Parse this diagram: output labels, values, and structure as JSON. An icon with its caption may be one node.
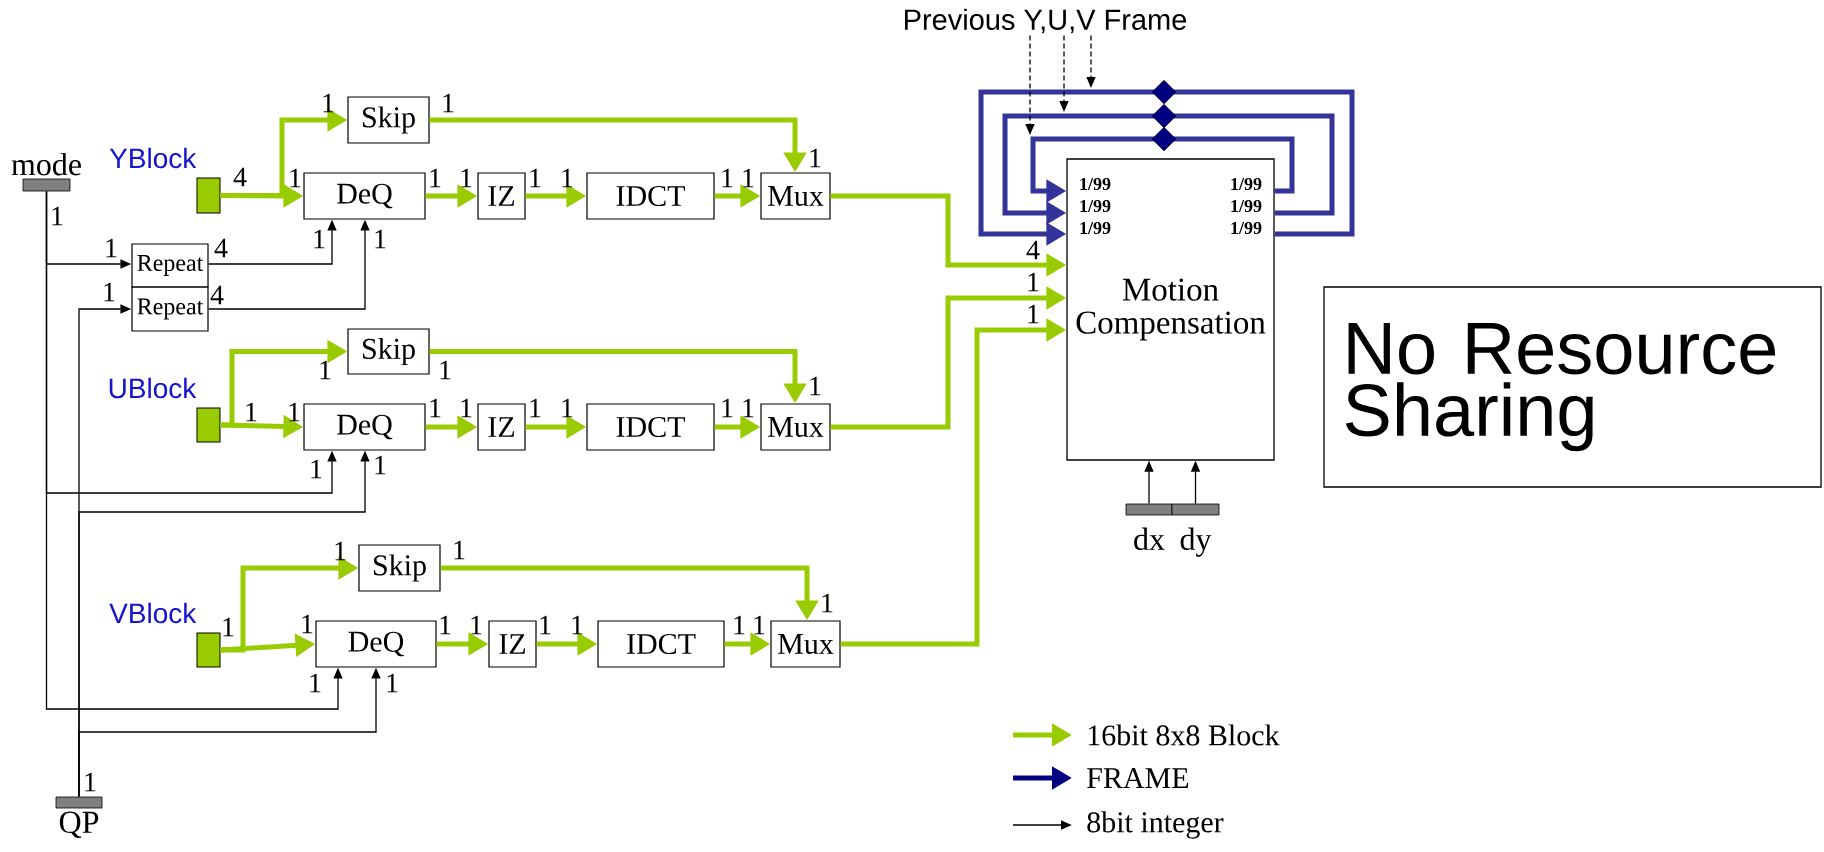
{
  "diagram": {
    "nodes": [
      {
        "text": [
          "mode"
        ]
      },
      {
        "text": [
          "YBlock"
        ]
      },
      {
        "text": [
          "Skip"
        ]
      },
      {
        "text": [
          "DeQ"
        ]
      },
      {
        "text": [
          "IZ"
        ]
      },
      {
        "text": [
          "IDCT"
        ]
      },
      {
        "text": [
          "Mux"
        ]
      },
      {
        "text": [
          "Repeat"
        ]
      },
      {
        "text": [
          "Repeat"
        ]
      },
      {
        "text": [
          "UBlock"
        ]
      },
      {
        "text": [
          "Skip"
        ]
      },
      {
        "text": [
          "DeQ"
        ]
      },
      {
        "text": [
          "IZ"
        ]
      },
      {
        "text": [
          "IDCT"
        ]
      },
      {
        "text": [
          "Mux"
        ]
      },
      {
        "text": [
          "VBlock"
        ]
      },
      {
        "text": [
          "Skip"
        ]
      },
      {
        "text": [
          "DeQ"
        ]
      },
      {
        "text": [
          "IZ"
        ]
      },
      {
        "text": [
          "IDCT"
        ]
      },
      {
        "text": [
          "Mux"
        ]
      },
      {
        "text": [
          "QP"
        ]
      },
      {
        "text": [
          "Previous Y,U,V Frame"
        ]
      },
      {
        "text": [
          "Motion Compensation"
        ]
      },
      {
        "text": [
          "dx"
        ]
      },
      {
        "text": [
          "dy"
        ]
      },
      {
        "text": [
          "No Resource Sharing"
        ]
      }
    ],
    "edges": [
      {
        "from": 1,
        "to": 3,
        "arrow": "to"
      },
      {
        "from": 1,
        "to": 2,
        "arrow": "to"
      },
      {
        "from": 3,
        "to": 4,
        "arrow": "to"
      },
      {
        "from": 4,
        "to": 5,
        "arrow": "to"
      },
      {
        "from": 5,
        "to": 6,
        "arrow": "to"
      },
      {
        "from": 2,
        "to": 6,
        "arrow": "to"
      },
      {
        "from": 6,
        "to": 23,
        "arrow": "to"
      },
      {
        "from": 9,
        "to": 11,
        "arrow": "to"
      },
      {
        "from": 9,
        "to": 10,
        "arrow": "to"
      },
      {
        "from": 11,
        "to": 12,
        "arrow": "to"
      },
      {
        "from": 12,
        "to": 13,
        "arrow": "to"
      },
      {
        "from": 13,
        "to": 14,
        "arrow": "to"
      },
      {
        "from": 10,
        "to": 14,
        "arrow": "to"
      },
      {
        "from": 14,
        "to": 23,
        "arrow": "to"
      },
      {
        "from": 15,
        "to": 17,
        "arrow": "to"
      },
      {
        "from": 15,
        "to": 16,
        "arrow": "to"
      },
      {
        "from": 17,
        "to": 18,
        "arrow": "to"
      },
      {
        "from": 18,
        "to": 19,
        "arrow": "to"
      },
      {
        "from": 19,
        "to": 20,
        "arrow": "to"
      },
      {
        "from": 16,
        "to": 20,
        "arrow": "to"
      },
      {
        "from": 20,
        "to": 23,
        "arrow": "to"
      },
      {
        "from": 0,
        "to": 7,
        "arrow": "to",
        "color": "#000000"
      },
      {
        "from": 21,
        "to": 8,
        "arrow": "to",
        "color": "#000000"
      },
      {
        "from": 7,
        "to": 3,
        "arrow": "to",
        "color": "#000000"
      },
      {
        "from": 8,
        "to": 3,
        "arrow": "to",
        "color": "#000000"
      },
      {
        "from": 0,
        "to": 11,
        "arrow": "to",
        "color": "#000000"
      },
      {
        "from": 21,
        "to": 11,
        "arrow": "to",
        "color": "#000000"
      },
      {
        "from": 0,
        "to": 17,
        "arrow": "to",
        "color": "#000000"
      },
      {
        "from": 21,
        "to": 17,
        "arrow": "to",
        "color": "#000000"
      },
      {
        "from": 24,
        "to": 23,
        "arrow": "to",
        "color": "#000000"
      },
      {
        "from": 25,
        "to": 23,
        "arrow": "to",
        "color": "#000000"
      },
      {
        "from": 23,
        "to": 23,
        "arrow": "to",
        "color": "#333399"
      },
      {
        "from": 23,
        "to": 23,
        "arrow": "to",
        "color": "#333399"
      },
      {
        "from": 23,
        "to": 23,
        "arrow": "to",
        "color": "#333399"
      },
      {
        "from": 22,
        "to": null,
        "arrow": "to",
        "style": "dashed",
        "color": "#000000"
      },
      {
        "from": 22,
        "to": null,
        "arrow": "to",
        "style": "dashed",
        "color": "#000000"
      },
      {
        "from": 22,
        "to": null,
        "arrow": "to",
        "style": "dashed",
        "color": "#000000"
      }
    ],
    "labels": [
      "1",
      "1",
      "1",
      "4",
      "1",
      "1",
      "1",
      "1",
      "1",
      "1",
      "1",
      "1",
      "1",
      "1",
      "1",
      "4",
      "1",
      "4",
      "1",
      "1",
      "1",
      "1",
      "1",
      "1",
      "1",
      "1",
      "1",
      "1",
      "1",
      "1",
      "1",
      "1",
      "1",
      "1",
      "1",
      "1",
      "1",
      "1",
      "1",
      "1",
      "1",
      "1",
      "1",
      "1",
      "1",
      "1/99",
      "1/99",
      "1/99",
      "1/99",
      "1/99",
      "1/99",
      "4",
      "1",
      "1"
    ],
    "legend": [
      {
        "text": "16bit 8x8 Block"
      },
      {
        "text": "FRAME"
      },
      {
        "text": "8bit integer"
      }
    ]
  }
}
